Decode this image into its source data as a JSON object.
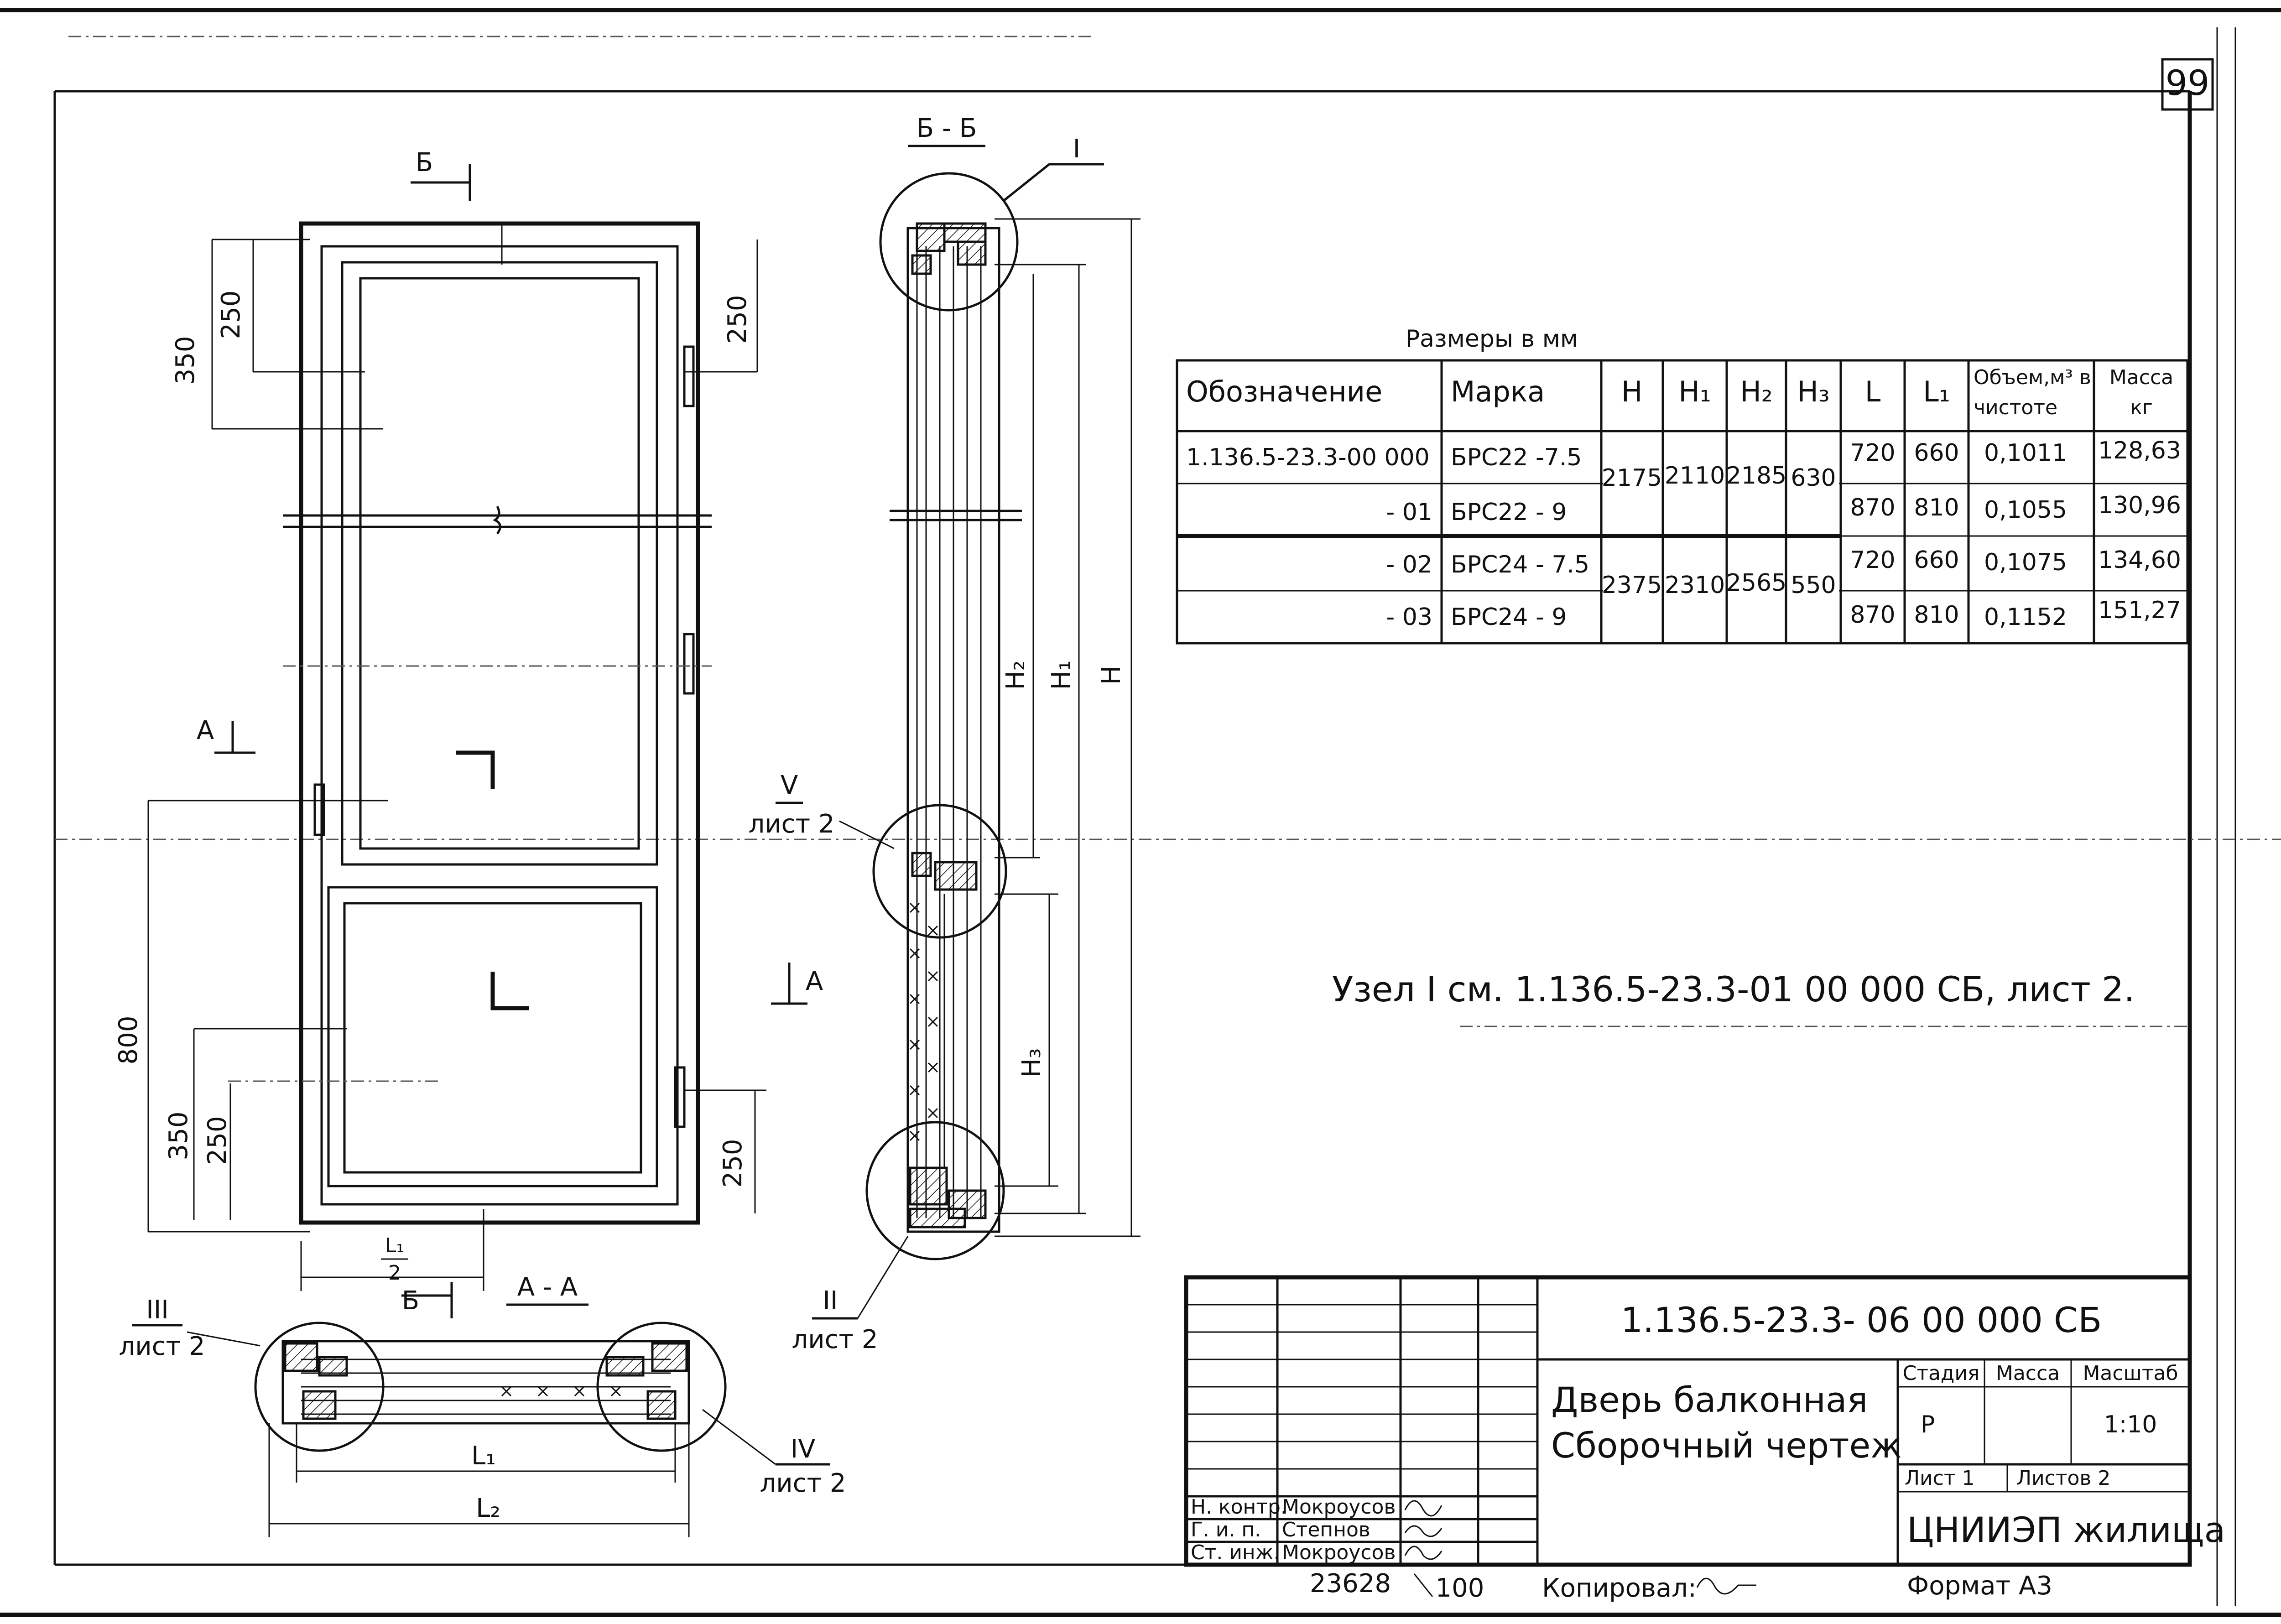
{
  "sheet_number": "99",
  "table": {
    "caption": "Размеры в мм",
    "headers": [
      "Обозначение",
      "Марка",
      "H",
      "H₁",
      "H₂",
      "H₃",
      "L",
      "L₁",
      "Объем,м³ в чистоте",
      "Масса кг"
    ],
    "rows": [
      {
        "designation": "1.136.5-23.3-00 000",
        "mark": "БРС22 -7.5",
        "L": "720",
        "L1": "660",
        "volume": "0,1011",
        "mass": "128,63"
      },
      {
        "designation": "- 01",
        "mark": "БРС22 - 9",
        "L": "870",
        "L1": "810",
        "volume": "0,1055",
        "mass": "130,96"
      },
      {
        "designation": "- 02",
        "mark": "БРС24 - 7.5",
        "L": "720",
        "L1": "660",
        "volume": "0,1075",
        "mass": "134,60"
      },
      {
        "designation": "- 03",
        "mark": "БРС24 - 9",
        "L": "870",
        "L1": "810",
        "volume": "0,1152",
        "mass": "151,27"
      }
    ],
    "merged": [
      {
        "H": "2175",
        "H1": "2110",
        "H2": "2185",
        "H3": "630"
      },
      {
        "H": "2375",
        "H1": "2310",
        "H2": "2565",
        "H3": "550"
      }
    ]
  },
  "note": "Узел I см. 1.136.5-23.3-01 00 000 СБ, лист 2.",
  "views": {
    "section_bb": "Б - Б",
    "section_aa": "А - А",
    "marker_b": "Б",
    "marker_a": "А"
  },
  "callouts": {
    "node_1": "I",
    "node_2": "II",
    "node_3": "III",
    "node_4": "IV",
    "node_5": "V",
    "sheet_ref": "лист 2"
  },
  "dims": {
    "d350": "350",
    "d250": "250",
    "d800": "800",
    "l1_half_num": "L₁",
    "l1_half_den": "2",
    "L1": "L₁",
    "L2": "L₂",
    "H": "H",
    "H1": "H₁",
    "H2": "H₂",
    "H3": "H₃"
  },
  "title_block": {
    "code": "1.136.5-23.3- 06 00 000 СБ",
    "title_line1": "Дверь балконная",
    "title_line2": "Сборочный чертеж",
    "stage_label": "Стадия",
    "mass_label": "Масса",
    "scale_label": "Масштаб",
    "stage": "Р",
    "scale": "1:10",
    "sheet": "Лист 1",
    "sheets": "Листов 2",
    "org": "ЦНИИЭП жилища",
    "roles": [
      {
        "role": "Н. контр.",
        "name": "Мокроусов"
      },
      {
        "role": "Г. и. п.",
        "name": "Степнов"
      },
      {
        "role": "Ст. инж.",
        "name": "Мокроусов"
      }
    ]
  },
  "footer": {
    "inventory": "23628",
    "page": "100",
    "copied_label": "Копировал:",
    "format": "Формат А3"
  }
}
